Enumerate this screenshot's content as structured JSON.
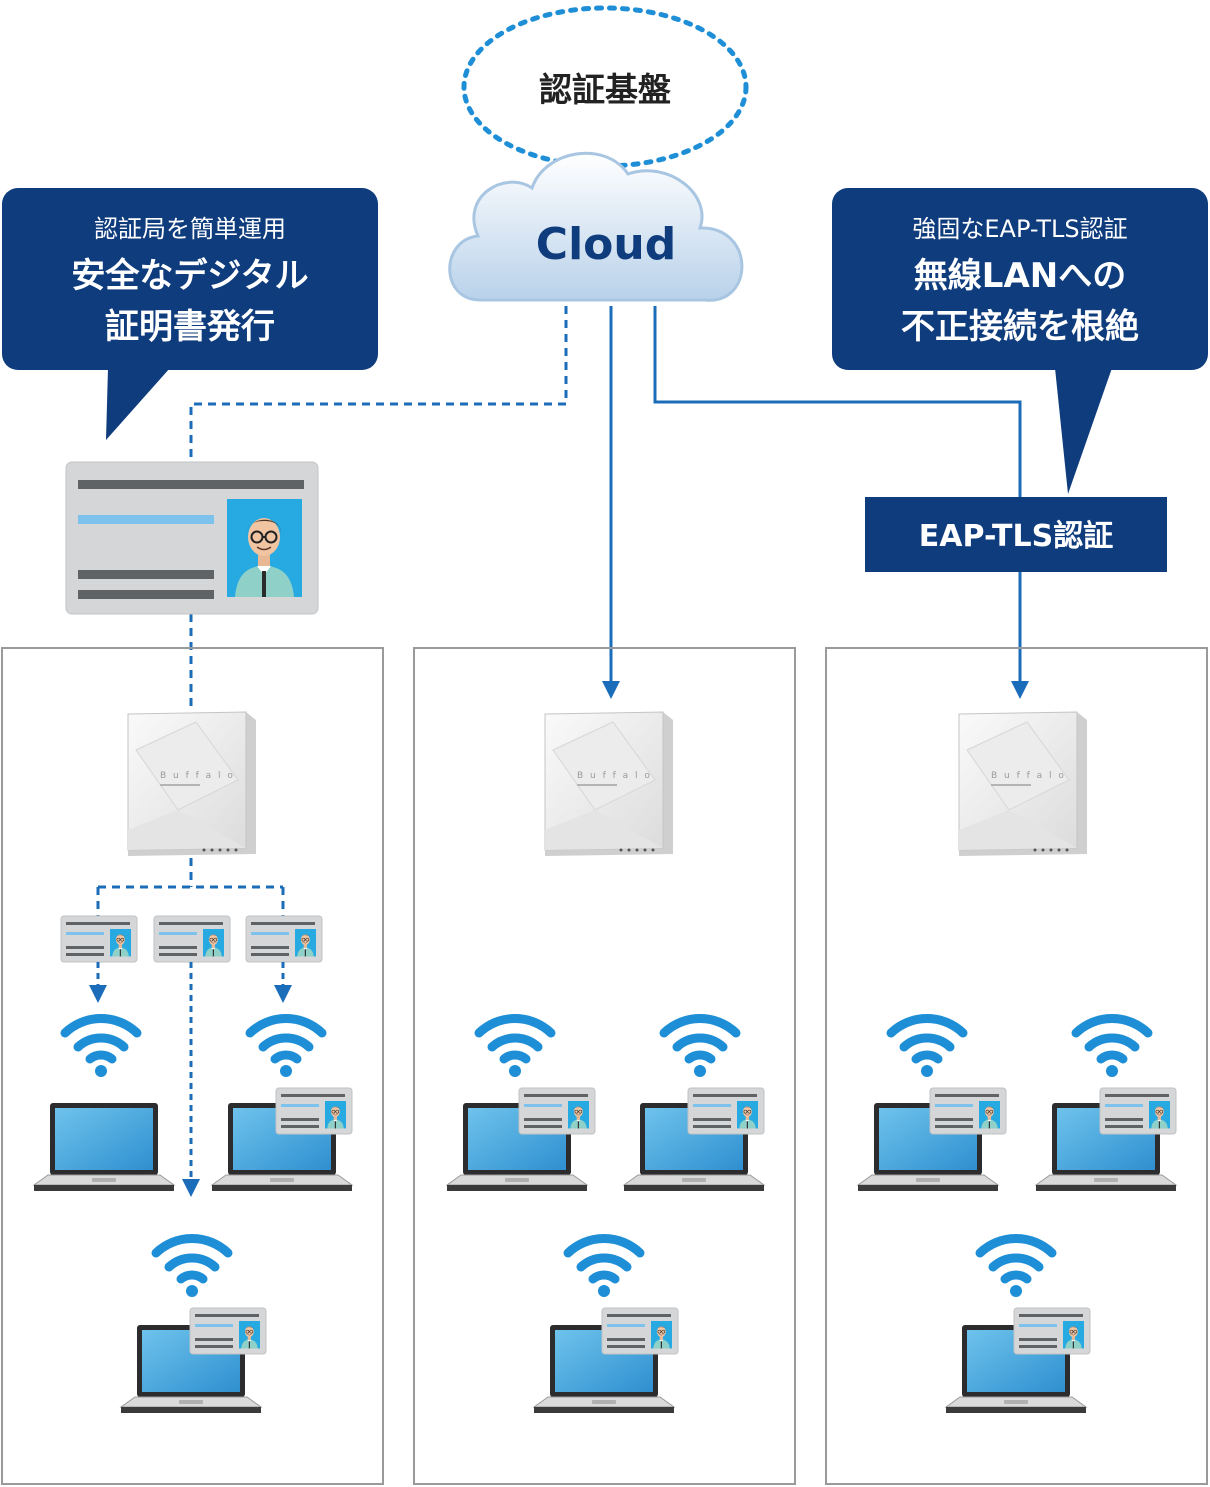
{
  "auth_platform": {
    "label": "認証基盤"
  },
  "cloud": {
    "label": "Cloud"
  },
  "left_callout": {
    "line1": "認証局を簡単運用",
    "line2": "安全なデジタル",
    "line3": "証明書発行"
  },
  "right_callout": {
    "line1": "強固なEAP-TLS認証",
    "line2": "無線LANへの",
    "line3": "不正接続を根絶"
  },
  "eap_box": {
    "label": "EAP-TLS認証"
  },
  "colors": {
    "navy": "#0f3c7d",
    "line_blue": "#1c6db9",
    "wifi_blue": "#1e8fd6",
    "panel_border": "#9a9a9a",
    "card_gray": "#d4d6d8",
    "card_bar": "#5f6366",
    "card_accent": "#7cc2ec"
  },
  "icons": {
    "cloud": "cloud-icon",
    "certificate": "id-card-certificate-icon",
    "access_point": "wireless-access-point-icon",
    "wifi": "wifi-icon",
    "laptop": "laptop-icon"
  }
}
